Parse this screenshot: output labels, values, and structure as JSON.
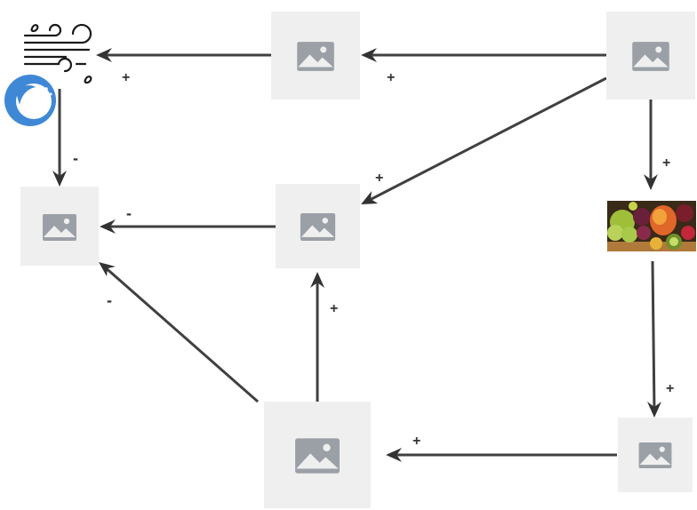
{
  "colors": {
    "edge": "#404040",
    "placeholder_bg": "#efefef",
    "placeholder_icon": "#9aa0a6",
    "wind_stroke": "#1a1a1a",
    "snowball_blue": "#3f88d6"
  },
  "nodes": [
    {
      "id": "wind-snowball",
      "icon": "wind-and-snowball-icon"
    },
    {
      "id": "n-top-middle",
      "icon": "image-placeholder-icon"
    },
    {
      "id": "n-top-right",
      "icon": "image-placeholder-icon"
    },
    {
      "id": "n-mid-left",
      "icon": "image-placeholder-icon"
    },
    {
      "id": "n-center",
      "icon": "image-placeholder-icon"
    },
    {
      "id": "fruits",
      "icon": "fruits-photo-icon"
    },
    {
      "id": "n-bottom-middle",
      "icon": "image-placeholder-icon"
    },
    {
      "id": "n-bottom-right",
      "icon": "image-placeholder-icon"
    }
  ],
  "edges": [
    {
      "from": "n-top-middle",
      "to": "wind-snowball",
      "sign": "+"
    },
    {
      "from": "n-top-right",
      "to": "n-top-middle",
      "sign": "+"
    },
    {
      "from": "n-top-right",
      "to": "n-center",
      "sign": "+"
    },
    {
      "from": "n-top-right",
      "to": "fruits",
      "sign": "+"
    },
    {
      "from": "wind-snowball",
      "to": "n-mid-left",
      "sign": "-"
    },
    {
      "from": "n-center",
      "to": "n-mid-left",
      "sign": "-"
    },
    {
      "from": "n-bottom-middle",
      "to": "n-mid-left",
      "sign": "-"
    },
    {
      "from": "n-bottom-middle",
      "to": "n-center",
      "sign": "+"
    },
    {
      "from": "fruits",
      "to": "n-bottom-right",
      "sign": "+"
    },
    {
      "from": "n-bottom-right",
      "to": "n-bottom-middle",
      "sign": "+"
    }
  ]
}
